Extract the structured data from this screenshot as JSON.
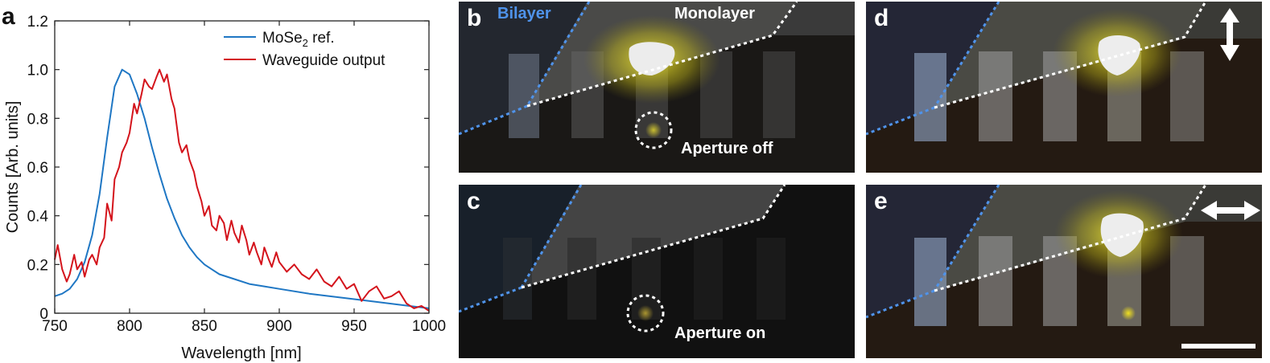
{
  "chart_data": {
    "type": "line",
    "panel_label": "a",
    "xlabel": "Wavelength [nm]",
    "ylabel": "Counts [Arb. units]",
    "xlim": [
      750,
      1000
    ],
    "ylim": [
      0,
      1.2
    ],
    "xticks": [
      750,
      800,
      850,
      900,
      950,
      1000
    ],
    "yticks": [
      0,
      0.2,
      0.4,
      0.6,
      0.8,
      1.0,
      1.2
    ],
    "ytick_labels": [
      "0",
      "0.2",
      "0.4",
      "0.6",
      "0.8",
      "1.0",
      "1.2"
    ],
    "legend": {
      "placement": "top-right"
    },
    "series": [
      {
        "name": "MoSe₂ ref.",
        "legend_main": "MoSe",
        "legend_sub": "2",
        "legend_tail": " ref.",
        "color": "#1f77c4",
        "x": [
          750,
          755,
          760,
          765,
          770,
          775,
          780,
          785,
          790,
          795,
          800,
          805,
          810,
          815,
          820,
          825,
          830,
          835,
          840,
          845,
          850,
          855,
          860,
          870,
          880,
          890,
          900,
          920,
          940,
          960,
          980,
          1000
        ],
        "y": [
          0.07,
          0.08,
          0.1,
          0.14,
          0.21,
          0.32,
          0.49,
          0.72,
          0.93,
          1.0,
          0.98,
          0.9,
          0.8,
          0.68,
          0.57,
          0.47,
          0.39,
          0.32,
          0.27,
          0.23,
          0.2,
          0.18,
          0.16,
          0.14,
          0.12,
          0.11,
          0.1,
          0.08,
          0.065,
          0.05,
          0.035,
          0.02
        ]
      },
      {
        "name": "Waveguide output",
        "color": "#d4141c",
        "x": [
          750,
          752,
          755,
          758,
          760,
          763,
          765,
          768,
          770,
          773,
          775,
          778,
          780,
          783,
          785,
          788,
          790,
          793,
          795,
          798,
          800,
          803,
          805,
          808,
          810,
          813,
          815,
          818,
          820,
          823,
          825,
          828,
          830,
          833,
          835,
          838,
          840,
          843,
          845,
          848,
          850,
          853,
          855,
          858,
          860,
          863,
          865,
          868,
          870,
          873,
          875,
          878,
          880,
          883,
          885,
          888,
          890,
          893,
          895,
          898,
          900,
          905,
          910,
          915,
          920,
          925,
          930,
          935,
          940,
          945,
          950,
          955,
          960,
          965,
          970,
          975,
          980,
          985,
          990,
          995,
          1000
        ],
        "y": [
          0.22,
          0.28,
          0.18,
          0.13,
          0.16,
          0.24,
          0.18,
          0.21,
          0.15,
          0.22,
          0.24,
          0.2,
          0.27,
          0.31,
          0.45,
          0.38,
          0.55,
          0.6,
          0.66,
          0.7,
          0.74,
          0.86,
          0.82,
          0.9,
          0.96,
          0.93,
          0.92,
          0.97,
          1.0,
          0.95,
          0.98,
          0.88,
          0.84,
          0.7,
          0.66,
          0.69,
          0.63,
          0.58,
          0.52,
          0.46,
          0.4,
          0.44,
          0.36,
          0.34,
          0.4,
          0.37,
          0.3,
          0.38,
          0.33,
          0.29,
          0.36,
          0.3,
          0.24,
          0.29,
          0.25,
          0.2,
          0.27,
          0.22,
          0.19,
          0.25,
          0.21,
          0.17,
          0.2,
          0.16,
          0.14,
          0.18,
          0.13,
          0.11,
          0.15,
          0.1,
          0.12,
          0.05,
          0.09,
          0.11,
          0.06,
          0.07,
          0.09,
          0.04,
          0.02,
          0.03,
          0.01
        ]
      }
    ]
  },
  "panels": {
    "b": {
      "label": "b",
      "bilayer": "Bilayer",
      "monolayer": "Monolayer",
      "aperture": "Aperture off"
    },
    "c": {
      "label": "c",
      "aperture": "Aperture on"
    },
    "d": {
      "label": "d"
    },
    "e": {
      "label": "e"
    }
  },
  "colors": {
    "bilayer_line": "#4f93ea",
    "monolayer_line": "#ffffff",
    "glow": "#f2e61a"
  },
  "icons": {
    "polarization_d": "vertical-double-arrow-icon",
    "polarization_e": "horizontal-double-arrow-icon",
    "scale_bar": "scale-bar"
  }
}
